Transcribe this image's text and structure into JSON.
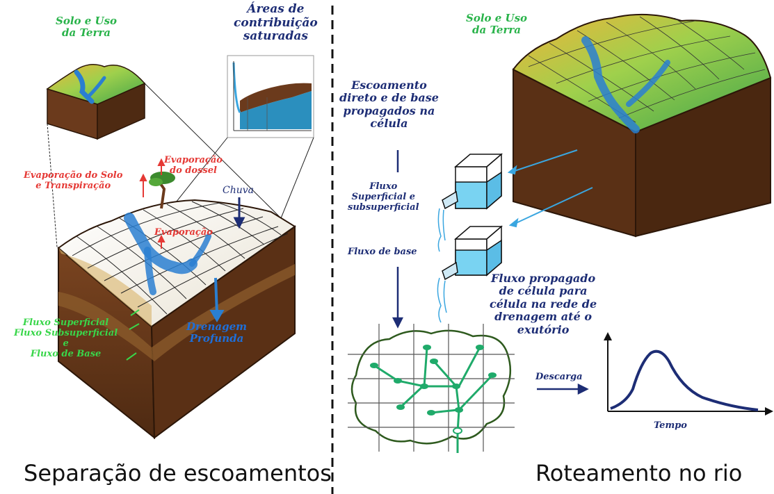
{
  "left": {
    "land_use_title_line1": "Solo e Uso",
    "land_use_title_line2": "da Terra",
    "saturated_areas_line1": "Áreas de",
    "saturated_areas_line2": "contribuição",
    "saturated_areas_line3": "saturadas",
    "soil_evap_line1": "Evaporação do Solo",
    "soil_evap_line2": "e Transpiração",
    "canopy_evap_line1": "Evaporação",
    "canopy_evap_line2": "do dossel",
    "rain": "Chuva",
    "evaporation": "Evaporação",
    "surface_flow": "Fluxo Superficial",
    "subsurface_flow": "Fluxo Subsuperficial",
    "and": "e",
    "base_flow": "Fluxo de Base",
    "deep_drainage_line1": "Drenagem",
    "deep_drainage_line2": "Profunda",
    "section_title": "Separação de escoamentos"
  },
  "right": {
    "land_use_title_line1": "Solo e Uso",
    "land_use_title_line2": "da Terra",
    "propagated_line1": "Escoamento",
    "propagated_line2": "direto e de base",
    "propagated_line3": "propagados na",
    "propagated_line4": "célula",
    "surface_flow_line1": "Fluxo",
    "surface_flow_line2": "Superficial  e",
    "surface_flow_line3": "subsuperficial",
    "base_flow": "Fluxo de base",
    "cell_flow_line1": "Fluxo propagado",
    "cell_flow_line2": "de célula para",
    "cell_flow_line3": "célula na rede de",
    "cell_flow_line4": "drenagem até o",
    "cell_flow_line5": "exutório",
    "discharge": "Descarga",
    "time": "Tempo",
    "section_title": "Roteamento no rio"
  },
  "colors": {
    "soil_brown": "#6b3a1c",
    "water_blue": "#3aa6e0",
    "terrain_yellow": "#f2c53a",
    "terrain_green": "#7cc24a",
    "label_green": "#29b34a",
    "label_navy": "#1d2d75",
    "label_red": "#e53935",
    "network_green": "#1faa6a"
  }
}
